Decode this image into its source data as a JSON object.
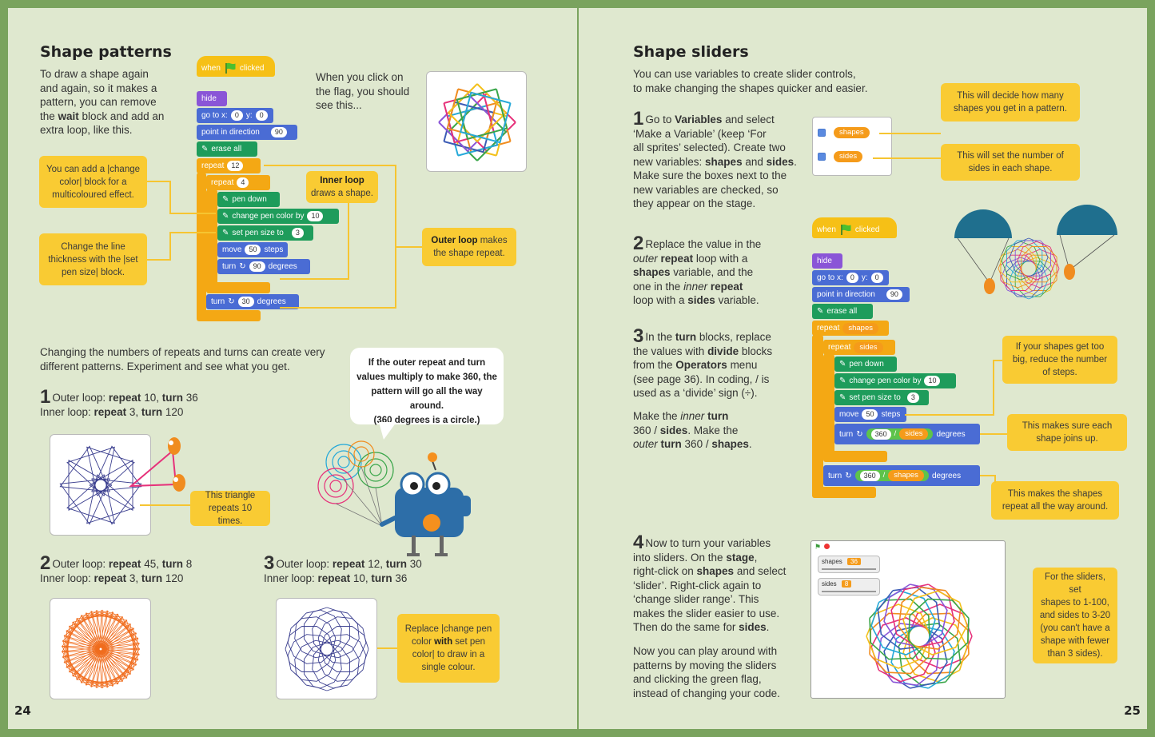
{
  "left": {
    "page_number": "24",
    "title": "Shape patterns",
    "intro": [
      "To draw a shape again",
      "and again, so it makes a",
      "pattern, you can remove",
      "the |wait| block and add an",
      "extra loop, like this."
    ],
    "flag_text": [
      "When you click on",
      "the flag, you should",
      "see this..."
    ],
    "code": {
      "when": "when",
      "clicked": "clicked",
      "hide": "hide",
      "goto": "go to x:",
      "goto_x": "0",
      "goto_y_label": "y:",
      "goto_y": "0",
      "point": "point in direction",
      "point_val": "90",
      "erase": "erase all",
      "repeat": "repeat",
      "outer_repeat": "12",
      "inner_repeat": "4",
      "pen_down": "pen down",
      "change_color": "change pen color by",
      "change_color_val": "10",
      "set_size": "set pen size to",
      "set_size_val": "3",
      "move": "move",
      "move_val": "50",
      "steps": "steps",
      "turn": "turn",
      "inner_turn": "90",
      "outer_turn": "30",
      "degrees": "degrees"
    },
    "callouts": {
      "change_color": [
        "You can add a |change",
        "color| block for a",
        "multicoloured effect."
      ],
      "pen_size": [
        "Change the line",
        "thickness with the |set",
        "pen size| block."
      ],
      "inner_loop": [
        "|Inner loop|",
        "draws a shape."
      ],
      "outer_loop": [
        "|Outer loop| makes",
        "the shape repeat."
      ],
      "triangle": [
        "This triangle",
        "repeats 10 times."
      ],
      "single_colour": [
        "Replace |change pen",
        "color| with |set pen",
        "color| to draw in a",
        "single colour."
      ]
    },
    "experiment": [
      "Changing the numbers of repeats and turns can create very",
      "different patterns.  Experiment and see what you get."
    ],
    "speech": [
      "If the outer repeat and turn",
      "values multiply to make 360, the",
      "pattern will go all the way around.",
      "(360 degrees is a circle.)"
    ],
    "examples": [
      {
        "num": "1",
        "outer_label": "Outer loop: ",
        "outer_repeat": "repeat",
        "outer_repeat_val": " 10, ",
        "outer_turn": "turn",
        "outer_turn_val": " 36",
        "inner_label": "Inner loop: ",
        "inner_repeat": "repeat",
        "inner_repeat_val": " 3, ",
        "inner_turn": "turn",
        "inner_turn_val": " 120"
      },
      {
        "num": "2",
        "outer_label": "Outer loop: ",
        "outer_repeat": "repeat",
        "outer_repeat_val": " 45, ",
        "outer_turn": "turn",
        "outer_turn_val": " 8",
        "inner_label": "Inner loop: ",
        "inner_repeat": "repeat",
        "inner_repeat_val": " 3, ",
        "inner_turn": "turn",
        "inner_turn_val": " 120"
      },
      {
        "num": "3",
        "outer_label": "Outer loop: ",
        "outer_repeat": "repeat",
        "outer_repeat_val": " 12, ",
        "outer_turn": "turn",
        "outer_turn_val": " 30",
        "inner_label": "Inner loop: ",
        "inner_repeat": "repeat",
        "inner_repeat_val": " 10, ",
        "inner_turn": "turn",
        "inner_turn_val": " 36"
      }
    ]
  },
  "right": {
    "page_number": "25",
    "title": "Shape sliders",
    "intro": [
      "You can use variables to create slider controls,",
      "to make changing the shapes quicker and easier."
    ],
    "variables": [
      "shapes",
      "sides"
    ],
    "callouts": {
      "shapes_var": [
        "This will decide how many",
        "shapes you get in a pattern."
      ],
      "sides_var": [
        "This will set the number of",
        "sides in each shape."
      ],
      "too_big": [
        "If your shapes get too",
        "big, reduce the number",
        "of steps."
      ],
      "joins": [
        "This makes sure each",
        "shape joins up."
      ],
      "around": [
        "This makes the shapes",
        "repeat all the way around."
      ],
      "sliders": [
        "For the sliders, set",
        "shapes to 1-100,",
        "and sides to 3-20",
        "(you can't have a",
        "shape with fewer",
        "than 3 sides)."
      ]
    },
    "steps": [
      {
        "num": "1",
        "lines": [
          "Go to |Variables| and select",
          "‘Make a Variable’ (keep ‘For",
          "all sprites’ selected). Create two",
          "new variables: |shapes| and |sides|.",
          "Make sure the boxes next to the",
          "new variables are checked, so",
          "they appear on the stage."
        ]
      },
      {
        "num": "2",
        "lines": [
          "Replace the value in the",
          "~outer~ |repeat| loop with a",
          "|shapes| variable, and the",
          "one in the ~inner~ |repeat|",
          "loop with a |sides| variable."
        ]
      },
      {
        "num": "3",
        "lines": [
          "In the |turn| blocks, replace",
          "the values with |divide| blocks",
          "from the |Operators| menu",
          "(see page 36). In coding, / is",
          "used as a ‘divide’ sign (÷)."
        ]
      },
      {
        "num": "4",
        "lines": [
          "Now to turn your variables",
          "into sliders. On the |stage|,",
          "right-click on |shapes| and select",
          "‘slider’. Right-click again to",
          "‘change slider range’. This",
          "makes the slider easier to use.",
          "Then do the same for |sides|."
        ]
      }
    ],
    "step3b": [
      "Make the ~inner~ |turn|",
      "360 / |sides|. Make the",
      "~outer~ |turn| 360 / |shapes|."
    ],
    "step4b": [
      "Now you can play around with",
      "patterns by moving the sliders",
      "and clicking the green flag,",
      "instead of changing your code."
    ],
    "code": {
      "when": "when",
      "clicked": "clicked",
      "hide": "hide",
      "goto": "go to x:",
      "goto_x": "0",
      "goto_y_label": "y:",
      "goto_y": "0",
      "point": "point in direction",
      "point_val": "90",
      "erase": "erase all",
      "repeat": "repeat",
      "pen_down": "pen down",
      "change_color": "change pen color by",
      "change_color_val": "10",
      "set_size": "set pen size to",
      "set_size_val": "3",
      "move": "move",
      "move_val": "50",
      "steps": "steps",
      "turn": "turn",
      "div_num": "360",
      "div_sign": "/",
      "degrees": "degrees"
    },
    "stage": {
      "shapes_label": "shapes",
      "shapes_val": "36",
      "sides_label": "sides",
      "sides_val": "8"
    }
  },
  "colors": {
    "background": "#7aa35e",
    "page": "#dfe8cf",
    "callout": "#f9cb33"
  }
}
